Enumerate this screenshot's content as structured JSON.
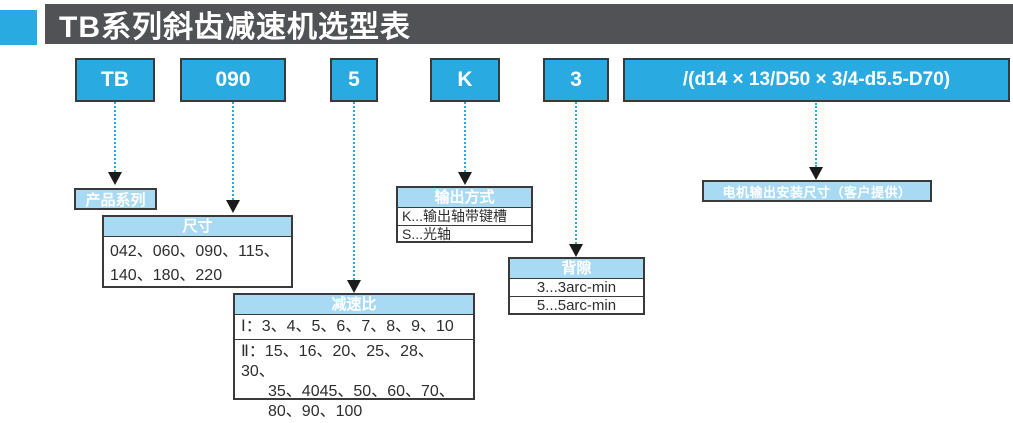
{
  "header": {
    "title": "TB系列斜齿减速机选型表"
  },
  "colors": {
    "accent_blue": "#29abe2",
    "light_blue_header": "#a9daf3",
    "title_bar_gray": "#515256",
    "border_dark": "#3a3a3a"
  },
  "model_code": {
    "segments": [
      {
        "label": "TB"
      },
      {
        "label": "090"
      },
      {
        "label": "5"
      },
      {
        "label": "K"
      },
      {
        "label": "3"
      },
      {
        "label": "/(d14 × 13/D50 × 3/4-d5.5-D70)"
      }
    ]
  },
  "annotations": {
    "product_series": {
      "label": "产品系列"
    },
    "size": {
      "title": "尺寸",
      "lines": [
        "042、060、090、115、",
        "140、180、220"
      ]
    },
    "ratio": {
      "title": "减速比",
      "row1": "Ⅰ：3、4、5、6、7、8、9、10",
      "row2_lines": [
        "Ⅱ：15、16、20、25、28、30、",
        "35、4045、50、60、70、",
        "80、90、100"
      ]
    },
    "output_type": {
      "title": "输出方式",
      "rows": [
        "K...输出轴带键槽",
        "S...光轴"
      ]
    },
    "backlash": {
      "title": "背隙",
      "rows": [
        "3...3arc-min",
        "5...5arc-min"
      ]
    },
    "motor_mount": {
      "label": "电机输出安装尺寸（客户提供）"
    }
  }
}
